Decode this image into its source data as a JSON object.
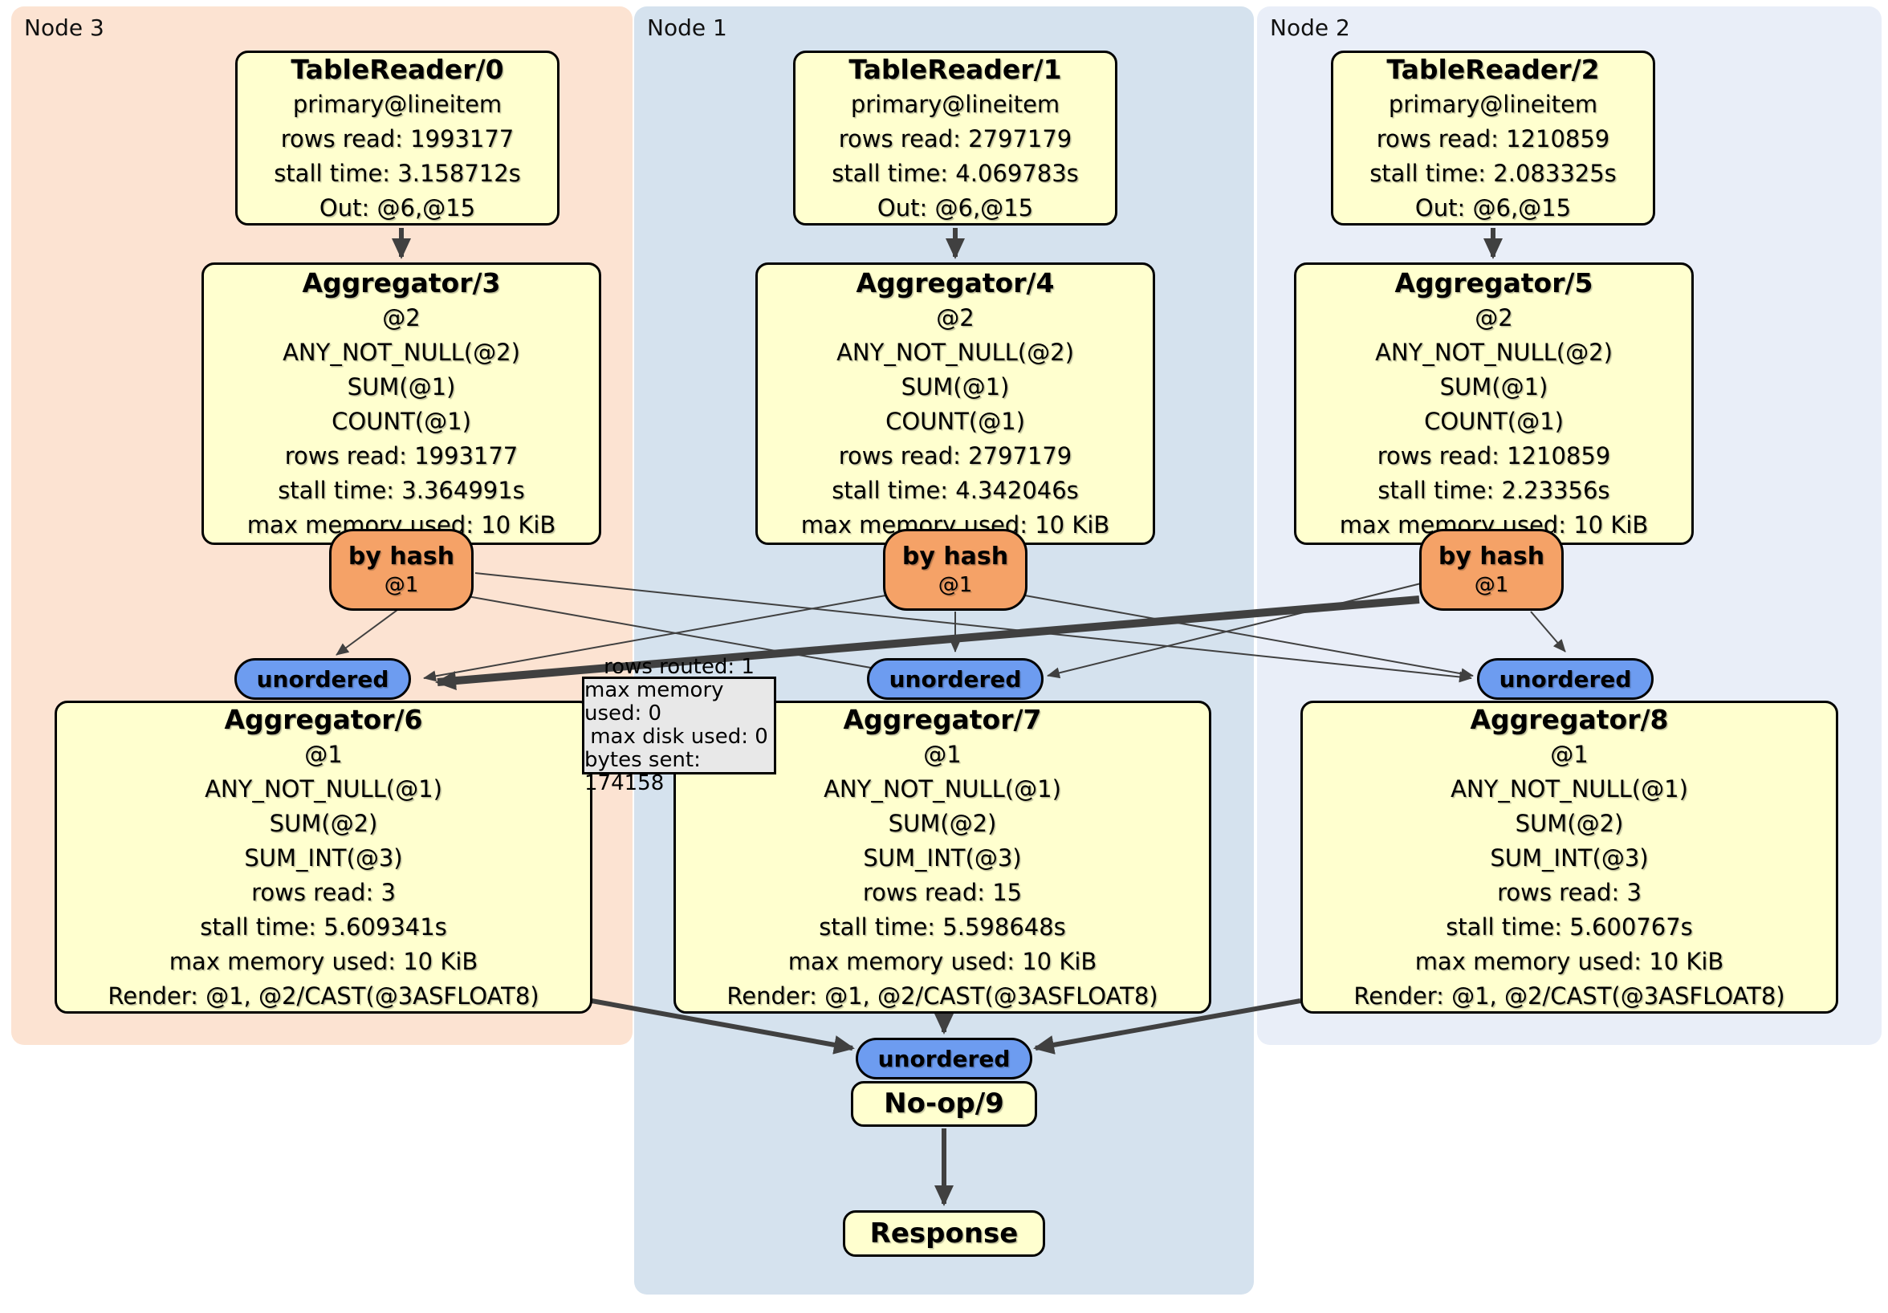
{
  "panels": [
    {
      "label": "Node 3"
    },
    {
      "label": "Node 1"
    },
    {
      "label": "Node 2"
    }
  ],
  "boxes": {
    "tr0": {
      "title": "TableReader/0",
      "lines": [
        "primary@lineitem",
        "rows read: 1993177",
        "stall time: 3.158712s",
        "Out: @6,@15"
      ]
    },
    "tr1": {
      "title": "TableReader/1",
      "lines": [
        "primary@lineitem",
        "rows read: 2797179",
        "stall time: 4.069783s",
        "Out: @6,@15"
      ]
    },
    "tr2": {
      "title": "TableReader/2",
      "lines": [
        "primary@lineitem",
        "rows read: 1210859",
        "stall time: 2.083325s",
        "Out: @6,@15"
      ]
    },
    "agg3": {
      "title": "Aggregator/3",
      "lines": [
        "@2",
        "ANY_NOT_NULL(@2)",
        "SUM(@1)",
        "COUNT(@1)",
        "rows read: 1993177",
        "stall time: 3.364991s",
        "max memory used: 10 KiB"
      ]
    },
    "agg4": {
      "title": "Aggregator/4",
      "lines": [
        "@2",
        "ANY_NOT_NULL(@2)",
        "SUM(@1)",
        "COUNT(@1)",
        "rows read: 2797179",
        "stall time: 4.342046s",
        "max memory used: 10 KiB"
      ]
    },
    "agg5": {
      "title": "Aggregator/5",
      "lines": [
        "@2",
        "ANY_NOT_NULL(@2)",
        "SUM(@1)",
        "COUNT(@1)",
        "rows read: 1210859",
        "stall time: 2.23356s",
        "max memory used: 10 KiB"
      ]
    },
    "agg6": {
      "title": "Aggregator/6",
      "lines": [
        "@1",
        "ANY_NOT_NULL(@1)",
        "SUM(@2)",
        "SUM_INT(@3)",
        "rows read: 3",
        "stall time: 5.609341s",
        "max memory used: 10 KiB",
        "Render: @1, @2/CAST(@3ASFLOAT8)"
      ]
    },
    "agg7": {
      "title": "Aggregator/7",
      "lines": [
        "@1",
        "ANY_NOT_NULL(@1)",
        "SUM(@2)",
        "SUM_INT(@3)",
        "rows read: 15",
        "stall time: 5.598648s",
        "max memory used: 10 KiB",
        "Render: @1, @2/CAST(@3ASFLOAT8)"
      ]
    },
    "agg8": {
      "title": "Aggregator/8",
      "lines": [
        "@1",
        "ANY_NOT_NULL(@1)",
        "SUM(@2)",
        "SUM_INT(@3)",
        "rows read: 3",
        "stall time: 5.600767s",
        "max memory used: 10 KiB",
        "Render: @1, @2/CAST(@3ASFLOAT8)"
      ]
    },
    "noop": {
      "title": "No-op/9"
    },
    "response": {
      "title": "Response"
    }
  },
  "router": {
    "label": "by hash",
    "sub": "@1"
  },
  "sync": {
    "label": "unordered"
  },
  "tooltip": {
    "lines": [
      "rows routed: 1",
      "max memory used: 0",
      "max disk used: 0",
      "bytes sent: 174158"
    ]
  },
  "colors": {
    "panel_node3": "#fce3d2",
    "panel_node1": "#d5e2ee",
    "panel_node2": "#e9eef8",
    "box_fill": "#ffffcf",
    "router_fill": "#f5a267",
    "sync_fill": "#6d9cf0",
    "tooltip_fill": "#e8e8e8",
    "edge": "#404040"
  }
}
